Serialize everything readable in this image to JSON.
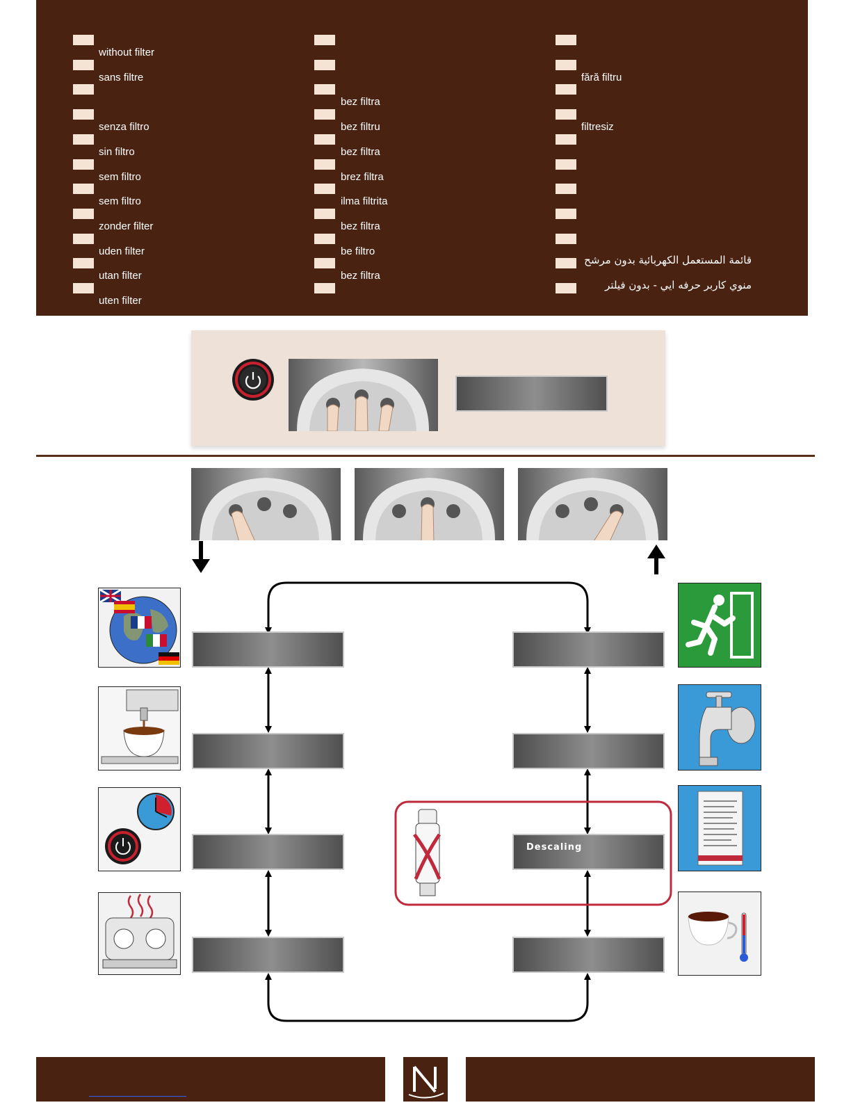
{
  "filter_menu": {
    "col1": [
      "without filter",
      "sans filtre",
      "",
      "senza filtro",
      "sin filtro",
      "sem filtro",
      "sem filtro",
      "zonder filter",
      "uden filter",
      "utan filter",
      "uten filter"
    ],
    "col2": [
      "",
      "",
      "bez filtra",
      "bez filtru",
      "bez filtra",
      "brez filtra",
      "ilma filtrita",
      "bez filtra",
      "be filtro",
      "bez filtra",
      ""
    ],
    "col3": [
      "",
      "fără filtru",
      "",
      "filtresiz",
      "",
      "",
      "",
      "",
      "",
      "قائمة المستعمل الكهربائية   بدون مرشح",
      "منوي كاربر حرفه ايي - بدون فيلتر"
    ]
  },
  "menu_flow": {
    "right_screens": [
      "",
      "",
      "Descaling",
      ""
    ],
    "left_screens": [
      "",
      "",
      "",
      ""
    ]
  },
  "icons": {
    "left": [
      "language-globe-icon",
      "coffee-cup-volume-icon",
      "auto-off-timer-icon",
      "heating-machine-icon"
    ],
    "right": [
      "exit-icon",
      "water-tap-icon",
      "descaling-kit-icon",
      "temperature-cup-icon"
    ]
  },
  "colors": {
    "brown": "#4a2212",
    "cream": "#eee1d7",
    "highlight_red": "#c0283c",
    "exit_green": "#2a9a3a",
    "sky_blue": "#3a9ad8"
  }
}
